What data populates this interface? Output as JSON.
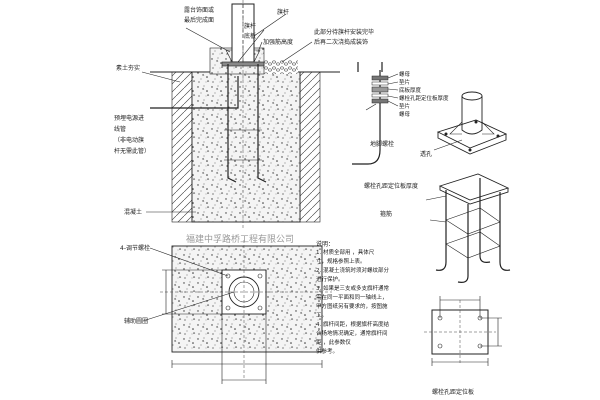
{
  "labels": {
    "finish_surface": [
      "露台饰面或",
      "最后完成面"
    ],
    "flagpole": "旗杆",
    "base_plate": [
      "旗杆",
      "底板"
    ],
    "stiffener_height": "加强筋高度",
    "install_note": [
      "此部分待旗杆安装完毕",
      "后再二次浇捣成装饰"
    ],
    "backfill": "素土夯实",
    "nut_top": "螺母",
    "washer_top": "垫片",
    "base_thickness": "底板厚度",
    "template_thickness": "螺栓孔距定位板厚度",
    "washer_bottom": "垫片",
    "nut_bottom": "螺母",
    "conduit": [
      "预埋电源进",
      "线管",
      "（非电动旗",
      "杆无需此管）"
    ],
    "anchor_bolt": "地脚螺栓",
    "vent_hole": "透孔",
    "template_plate_top": "螺栓孔距定位板厚度",
    "stirrup": "箍筋",
    "concrete": "混凝土",
    "adjust_bolts": "4-调节螺栓",
    "aux_ring": "辅助圆圈",
    "template_plate_bottom": "螺栓孔距定位板",
    "watermark": "福建中孚路桥工程有限公司"
  },
  "notes": {
    "title": "说明：",
    "items": [
      "1. 材质全部用    ，具体尺",
      "寸，规格参照上表。",
      "2. 混凝土浇筑时须对螺纹部分",
      "进行保护。",
      "3. 如果是三支或多支旗杆通常",
      "需在同一平面和同一轴线上，",
      "甲方图纸另有要求的，按图施",
      "工。",
      "4. 旗杆间距，根据旗杆高度结",
      "合场地情况确定，通常旗杆间",
      "距          ，此参数仅",
      "供参考。"
    ]
  }
}
